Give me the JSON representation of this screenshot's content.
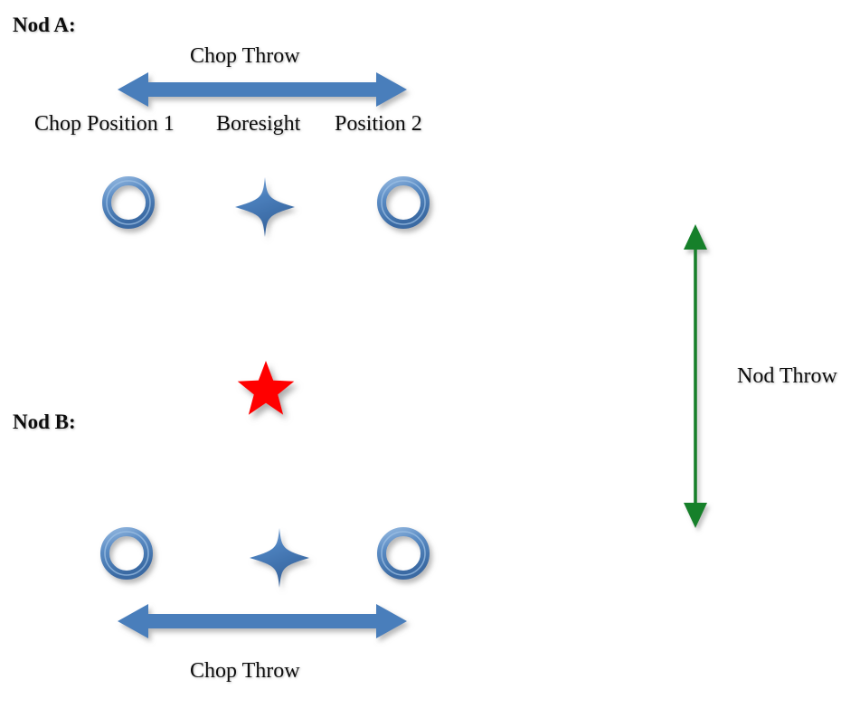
{
  "diagram": {
    "title": "Chop-Nod observing pattern diagram",
    "colors": {
      "blue": "#4a7ebb",
      "blue_light": "#7da7d4",
      "blue_dark": "#3a6aa3",
      "green": "#13802a",
      "red": "#ff0000",
      "text": "#0d0d0d",
      "background": "#ffffff"
    },
    "sections": {
      "nod_a_label": "Nod A:",
      "nod_b_label": "Nod B:"
    },
    "labels": {
      "chop_throw_top": "Chop Throw",
      "chop_throw_bottom": "Chop Throw",
      "nod_throw": "Nod Throw",
      "chop_position_1": "Chop Position 1",
      "boresight": "Boresight",
      "position_2": "Position 2"
    },
    "icons": {
      "ring": "ring-icon",
      "boresight_star": "four-point-star-icon",
      "source": "red-star-icon",
      "chop_arrow": "double-headed-horizontal-arrow-icon",
      "nod_arrow": "double-headed-vertical-arrow-icon",
      "reference_line": "green-dashed-line-icon"
    },
    "elements": {
      "rings_per_row": 2,
      "dashed_line_segments": 9,
      "rows": [
        "Nod A",
        "Nod B"
      ]
    }
  }
}
